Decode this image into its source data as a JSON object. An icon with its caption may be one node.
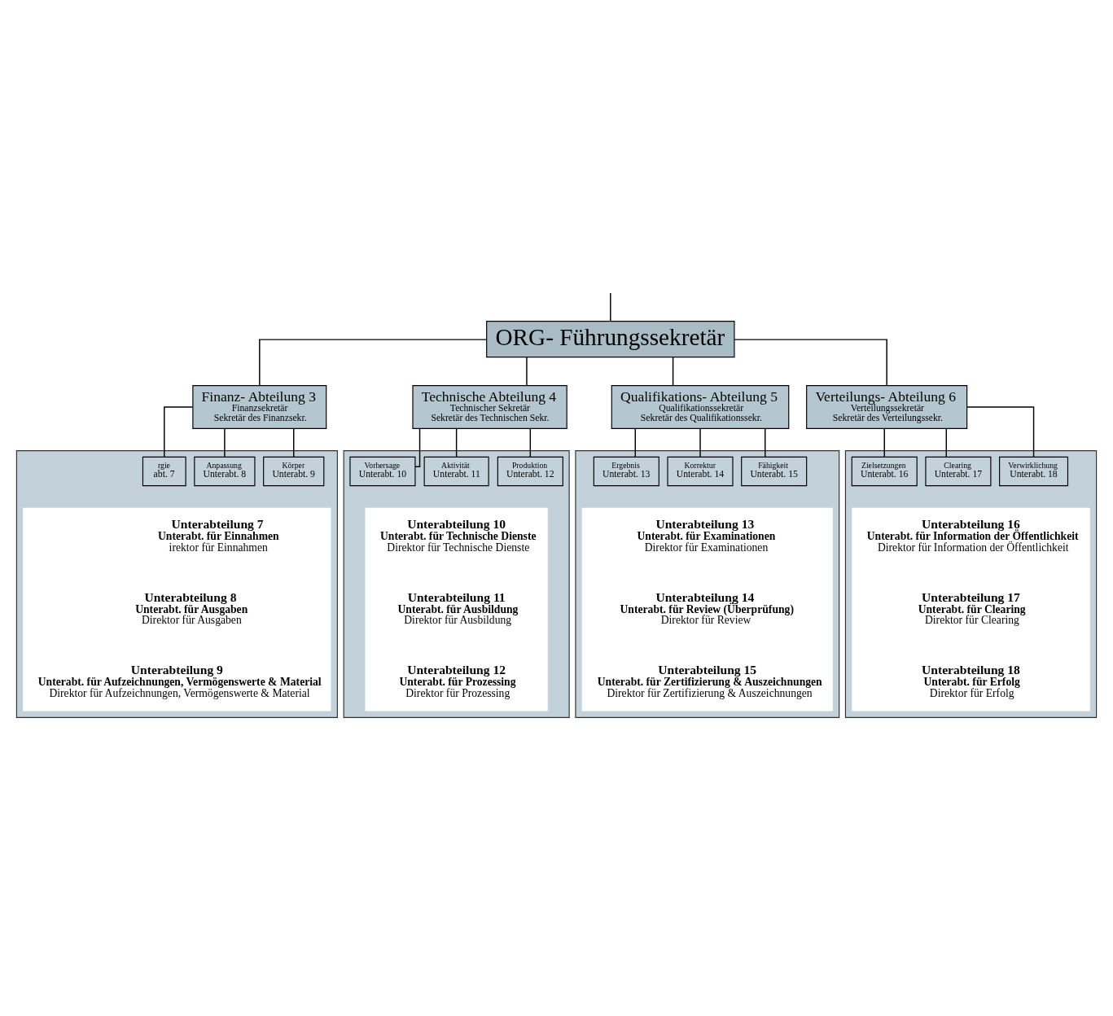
{
  "diagram": {
    "nodes": [
      {
        "text": [
          "ORG- Führungssekretär"
        ]
      },
      {
        "text": [
          "Finanz- Abteilung 3",
          "Finanzsekretär",
          "Sekretär des Finanzsekr."
        ]
      },
      {
        "text": [
          "Technische Abteilung 4",
          "Technischer Sekretär",
          "Sekretär des Technischen Sekr."
        ]
      },
      {
        "text": [
          "Qualifikations- Abteilung 5",
          "Qualifikationssekretär",
          "Sekretär des Qualifikationssekr."
        ]
      },
      {
        "text": [
          "Verteilungs- Abteilung 6",
          "Verteilungssekretär",
          "Sekretär des Verteilungssekr."
        ]
      },
      {
        "text": [],
        "shape": "box"
      },
      {
        "text": [
          "rgie",
          "abt. 7"
        ],
        "in": 5
      },
      {
        "text": [
          "Anpassung",
          "Unterabt. 8"
        ],
        "in": 5
      },
      {
        "text": [
          "Körper",
          "Unterabt. 9"
        ],
        "in": 5
      },
      {
        "text": [],
        "shape": "box",
        "in": 5
      },
      {
        "text": [
          "Unterabteilung 7",
          "Unterabt. für Einnahmen",
          "irektor für Einnahmen"
        ],
        "in": 9
      },
      {
        "text": [
          "Unterabteilung 8",
          "Unterabt. für Ausgaben",
          "Direktor für Ausgaben"
        ],
        "in": 9
      },
      {
        "text": [
          "Unterabteilung 9",
          "Unterabt. für Aufzeichnungen, Vermögenswerte & Material",
          "Direktor für Aufzeichnungen, Vermögenswerte & Material"
        ],
        "in": 9
      },
      {
        "text": [],
        "shape": "box"
      },
      {
        "text": [
          "Vorhersage",
          "Unterabt. 10"
        ],
        "in": 13
      },
      {
        "text": [
          "Aktivität",
          "Unterabt. 11"
        ],
        "in": 13
      },
      {
        "text": [
          "Produktion",
          "Unterabt. 12"
        ],
        "in": 13
      },
      {
        "text": [],
        "shape": "box",
        "in": 13
      },
      {
        "text": [
          "Unterabteilung 10",
          "Unterabt. für Technische Dienste",
          "Direktor für Technische Dienste"
        ],
        "in": 17
      },
      {
        "text": [
          "Unterabteilung 11",
          "Unterabt. für Ausbildung",
          "Direktor für Ausbildung"
        ],
        "in": 17
      },
      {
        "text": [
          "Unterabteilung 12",
          "Unterabt. für Prozessing",
          "Direktor für Prozessing"
        ],
        "in": 17
      },
      {
        "text": [],
        "shape": "box"
      },
      {
        "text": [
          "Ergebnis",
          "Unterabt. 13"
        ],
        "in": 21
      },
      {
        "text": [
          "Korrektur",
          "Unterabt. 14"
        ],
        "in": 21
      },
      {
        "text": [
          "Fähigkeit",
          "Unterabt. 15"
        ],
        "in": 21
      },
      {
        "text": [],
        "shape": "box",
        "in": 21
      },
      {
        "text": [
          "Unterabteilung 13",
          "Unterabt. für Examinationen",
          "Direktor für Examinationen"
        ],
        "in": 25
      },
      {
        "text": [
          "Unterabteilung 14",
          "Unterabt. für Review (Überprüfung)",
          "Direktor für Review"
        ],
        "in": 25
      },
      {
        "text": [
          "Unterabteilung 15",
          "Unterabt. für Zertifizierung & Auszeichnungen",
          "Direktor für Zertifizierung & Auszeichnungen"
        ],
        "in": 25
      },
      {
        "text": [],
        "shape": "box"
      },
      {
        "text": [
          "Zielsetzungen",
          "Unterabt. 16"
        ],
        "in": 29
      },
      {
        "text": [
          "Clearing",
          "Unterabt. 17"
        ],
        "in": 29
      },
      {
        "text": [
          "Verwirklichung",
          "Unterabt. 18"
        ],
        "in": 29
      },
      {
        "text": [],
        "shape": "box",
        "in": 29
      },
      {
        "text": [
          "Unterabteilung 16",
          "Unterabt. für Information der Öffentlichkeit",
          "Direktor für Information der Öffentlichkeit"
        ],
        "in": 33
      },
      {
        "text": [
          "Unterabteilung 17",
          "Unterabt. für Clearing",
          "Direktor für Clearing"
        ],
        "in": 33
      },
      {
        "text": [
          "Unterabteilung 18",
          "Unterabt. für Erfolg",
          "Direktor für Erfolg"
        ],
        "in": 33
      }
    ],
    "edges": [
      {
        "from": null,
        "to": 0,
        "arrow": "none"
      },
      {
        "from": 0,
        "to": 1,
        "arrow": "none"
      },
      {
        "from": 0,
        "to": 2,
        "arrow": "none"
      },
      {
        "from": 0,
        "to": 3,
        "arrow": "none"
      },
      {
        "from": 0,
        "to": 4,
        "arrow": "none"
      },
      {
        "from": 1,
        "to": 6,
        "arrow": "none"
      },
      {
        "from": 1,
        "to": 7,
        "arrow": "none"
      },
      {
        "from": 1,
        "to": 8,
        "arrow": "none"
      },
      {
        "from": 2,
        "to": 14,
        "arrow": "none"
      },
      {
        "from": 2,
        "to": 15,
        "arrow": "none"
      },
      {
        "from": 2,
        "to": 16,
        "arrow": "none"
      },
      {
        "from": 3,
        "to": 22,
        "arrow": "none"
      },
      {
        "from": 3,
        "to": 23,
        "arrow": "none"
      },
      {
        "from": 3,
        "to": 24,
        "arrow": "none"
      },
      {
        "from": 4,
        "to": 30,
        "arrow": "none"
      },
      {
        "from": 4,
        "to": 31,
        "arrow": "none"
      },
      {
        "from": 4,
        "to": 32,
        "arrow": "none"
      }
    ]
  }
}
